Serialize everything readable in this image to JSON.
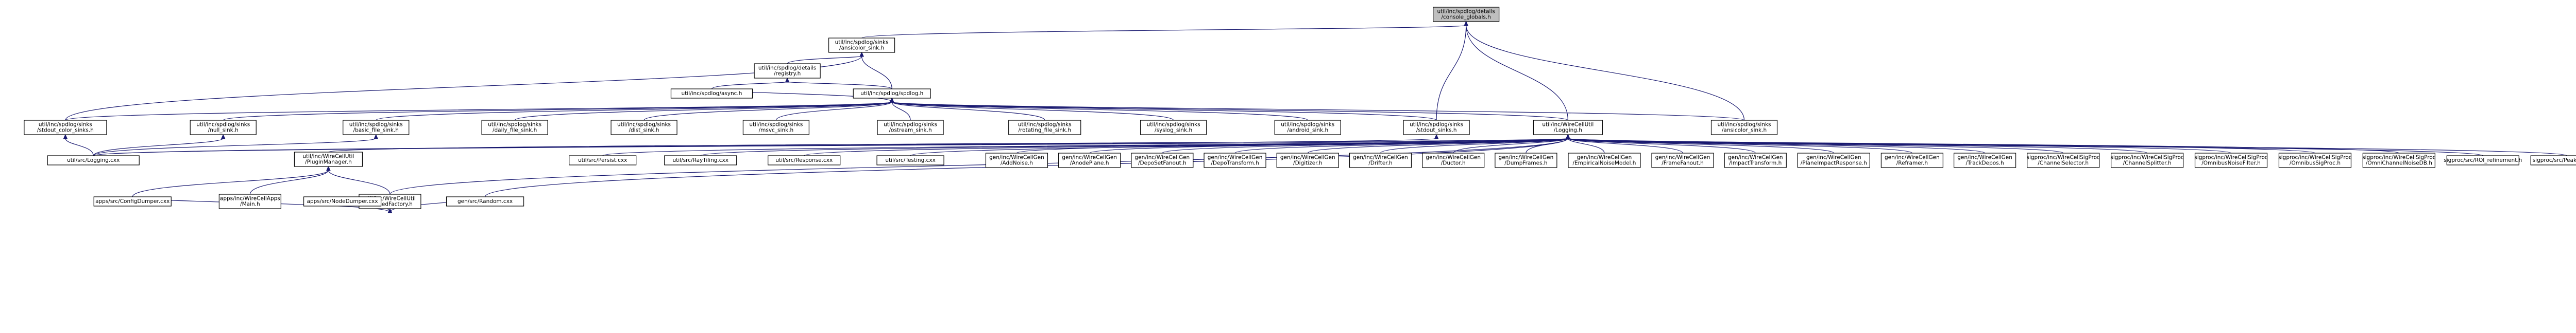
{
  "colors": {
    "root_fill": "#bfbfbf",
    "node_fill": "#ffffff",
    "node_stroke": "#000000",
    "linked_node_stroke": "#ff0000",
    "edge": "#191970",
    "background": "#ffffff"
  },
  "nodes": [
    {
      "id": "console_globals",
      "lines": [
        "util/inc/spdlog/details",
        "/console_globals.h"
      ],
      "root": true
    },
    {
      "id": "ansicolor_sink_top",
      "lines": [
        "util/inc/spdlog/sinks",
        "/ansicolor_sink.h"
      ]
    },
    {
      "id": "registry",
      "lines": [
        "util/inc/spdlog/details",
        "/registry.h"
      ]
    },
    {
      "id": "async",
      "lines": [
        "util/inc/spdlog/async.h"
      ]
    },
    {
      "id": "spdlog",
      "lines": [
        "util/inc/spdlog/spdlog.h"
      ]
    },
    {
      "id": "stdout_color_sinks",
      "lines": [
        "util/inc/spdlog/sinks",
        "/stdout_color_sinks.h"
      ]
    },
    {
      "id": "null_sink",
      "lines": [
        "util/inc/spdlog/sinks",
        "/null_sink.h"
      ]
    },
    {
      "id": "basic_file_sink",
      "lines": [
        "util/inc/spdlog/sinks",
        "/basic_file_sink.h"
      ]
    },
    {
      "id": "daily_file_sink",
      "lines": [
        "util/inc/spdlog/sinks",
        "/daily_file_sink.h"
      ]
    },
    {
      "id": "dist_sink",
      "lines": [
        "util/inc/spdlog/sinks",
        "/dist_sink.h"
      ]
    },
    {
      "id": "msvc_sink",
      "lines": [
        "util/inc/spdlog/sinks",
        "/msvc_sink.h"
      ]
    },
    {
      "id": "ostream_sink",
      "lines": [
        "util/inc/spdlog/sinks",
        "/ostream_sink.h"
      ]
    },
    {
      "id": "rotating_file_sink",
      "lines": [
        "util/inc/spdlog/sinks",
        "/rotating_file_sink.h"
      ]
    },
    {
      "id": "syslog_sink",
      "lines": [
        "util/inc/spdlog/sinks",
        "/syslog_sink.h"
      ]
    },
    {
      "id": "android_sink",
      "lines": [
        "util/inc/spdlog/sinks",
        "/android_sink.h"
      ]
    },
    {
      "id": "stdout_sinks",
      "lines": [
        "util/inc/spdlog/sinks",
        "/stdout_sinks.h"
      ]
    },
    {
      "id": "logging_h",
      "lines": [
        "util/inc/WireCellUtil",
        "/Logging.h"
      ],
      "linked": true
    },
    {
      "id": "ansicolor_sink_right",
      "lines": [
        "util/inc/spdlog/sinks",
        "/ansicolor_sink.h"
      ]
    },
    {
      "id": "logging_cxx",
      "lines": [
        "util/src/Logging.cxx"
      ]
    },
    {
      "id": "plugin_manager",
      "lines": [
        "util/inc/WireCellUtil",
        "/PluginManager.h"
      ],
      "linked": true
    },
    {
      "id": "apps_main",
      "lines": [
        "apps/inc/WireCellApps",
        "/Main.h"
      ],
      "linked": true
    },
    {
      "id": "named_factory",
      "lines": [
        "util/inc/WireCellUtil",
        "/NamedFactory.h"
      ],
      "linked": true
    },
    {
      "id": "config_dumper",
      "lines": [
        "apps/src/ConfigDumper.cxx"
      ]
    },
    {
      "id": "node_dumper",
      "lines": [
        "apps/src/NodeDumper.cxx"
      ]
    },
    {
      "id": "random_cxx",
      "lines": [
        "gen/src/Random.cxx"
      ]
    },
    {
      "id": "persist_cxx",
      "lines": [
        "util/src/Persist.cxx"
      ]
    },
    {
      "id": "raytiling_cxx",
      "lines": [
        "util/src/RayTiling.cxx"
      ]
    },
    {
      "id": "response_cxx",
      "lines": [
        "util/src/Response.cxx"
      ]
    },
    {
      "id": "testing_cxx",
      "lines": [
        "util/src/Testing.cxx"
      ]
    },
    {
      "id": "addnoise",
      "lines": [
        "gen/inc/WireCellGen",
        "/AddNoise.h"
      ],
      "linked": true
    },
    {
      "id": "anodeplane",
      "lines": [
        "gen/inc/WireCellGen",
        "/AnodePlane.h"
      ],
      "linked": true
    },
    {
      "id": "deposetfanout",
      "lines": [
        "gen/inc/WireCellGen",
        "/DepoSetFanout.h"
      ],
      "linked": true
    },
    {
      "id": "depotransform",
      "lines": [
        "gen/inc/WireCellGen",
        "/DepoTransform.h"
      ],
      "linked": true
    },
    {
      "id": "digitizer",
      "lines": [
        "gen/inc/WireCellGen",
        "/Digitizer.h"
      ],
      "linked": true
    },
    {
      "id": "drifter",
      "lines": [
        "gen/inc/WireCellGen",
        "/Drifter.h"
      ],
      "linked": true
    },
    {
      "id": "ductor",
      "lines": [
        "gen/inc/WireCellGen",
        "/Ductor.h"
      ],
      "linked": true
    },
    {
      "id": "dumpframes",
      "lines": [
        "gen/inc/WireCellGen",
        "/DumpFrames.h"
      ],
      "linked": true
    },
    {
      "id": "empiricalnoisemodel",
      "lines": [
        "gen/inc/WireCellGen",
        "/EmpiricalNoiseModel.h"
      ],
      "linked": true
    },
    {
      "id": "framefanout",
      "lines": [
        "gen/inc/WireCellGen",
        "/FrameFanout.h"
      ],
      "linked": true
    },
    {
      "id": "impacttransform",
      "lines": [
        "gen/inc/WireCellGen",
        "/ImpactTransform.h"
      ],
      "linked": true
    },
    {
      "id": "planeimpactresponse",
      "lines": [
        "gen/inc/WireCellGen",
        "/PlaneImpactResponse.h"
      ],
      "linked": true
    },
    {
      "id": "reframer",
      "lines": [
        "gen/inc/WireCellGen",
        "/Reframer.h"
      ],
      "linked": true
    },
    {
      "id": "trackdepos",
      "lines": [
        "gen/inc/WireCellGen",
        "/TrackDepos.h"
      ],
      "linked": true
    },
    {
      "id": "channelselector",
      "lines": [
        "sigproc/inc/WireCellSigProc",
        "/ChannelSelector.h"
      ],
      "linked": true
    },
    {
      "id": "channelsplitter",
      "lines": [
        "sigproc/inc/WireCellSigProc",
        "/ChannelSplitter.h"
      ],
      "linked": true
    },
    {
      "id": "omnibusnoisefilter",
      "lines": [
        "sigproc/inc/WireCellSigProc",
        "/OmnibusNoiseFilter.h"
      ],
      "linked": true
    },
    {
      "id": "omnibussigproc",
      "lines": [
        "sigproc/inc/WireCellSigProc",
        "/OmnibusSigProc.h"
      ],
      "linked": true
    },
    {
      "id": "omnichannelnoisedb",
      "lines": [
        "sigproc/inc/WireCellSigProc",
        "/OmniChannelNoiseDB.h"
      ],
      "linked": true
    },
    {
      "id": "roi_refinement",
      "lines": [
        "sigproc/src/ROI_refinement.h"
      ],
      "linked": true
    },
    {
      "id": "peakfinding",
      "lines": [
        "sigproc/src/PeakFinding.h"
      ],
      "linked": true
    }
  ],
  "edges": [
    [
      "ansicolor_sink_top",
      "console_globals"
    ],
    [
      "logging_h",
      "console_globals"
    ],
    [
      "ansicolor_sink_right",
      "console_globals"
    ],
    [
      "stdout_sinks",
      "console_globals"
    ],
    [
      "spdlog",
      "ansicolor_sink_top"
    ],
    [
      "stdout_color_sinks",
      "ansicolor_sink_top"
    ],
    [
      "registry",
      "ansicolor_sink_top"
    ],
    [
      "spdlog",
      "registry"
    ],
    [
      "async",
      "registry"
    ],
    [
      "async",
      "spdlog"
    ],
    [
      "stdout_color_sinks",
      "spdlog"
    ],
    [
      "null_sink",
      "spdlog"
    ],
    [
      "basic_file_sink",
      "spdlog"
    ],
    [
      "daily_file_sink",
      "spdlog"
    ],
    [
      "dist_sink",
      "spdlog"
    ],
    [
      "msvc_sink",
      "spdlog"
    ],
    [
      "ostream_sink",
      "spdlog"
    ],
    [
      "rotating_file_sink",
      "spdlog"
    ],
    [
      "syslog_sink",
      "spdlog"
    ],
    [
      "android_sink",
      "spdlog"
    ],
    [
      "stdout_sinks",
      "spdlog"
    ],
    [
      "logging_h",
      "spdlog"
    ],
    [
      "ansicolor_sink_right",
      "spdlog"
    ],
    [
      "logging_cxx",
      "stdout_color_sinks"
    ],
    [
      "logging_cxx",
      "null_sink"
    ],
    [
      "logging_cxx",
      "basic_file_sink"
    ],
    [
      "logging_cxx",
      "stdout_sinks"
    ],
    [
      "logging_cxx",
      "logging_h"
    ],
    [
      "plugin_manager",
      "logging_h"
    ],
    [
      "named_factory",
      "logging_h"
    ],
    [
      "random_cxx",
      "logging_h"
    ],
    [
      "persist_cxx",
      "logging_h"
    ],
    [
      "raytiling_cxx",
      "logging_h"
    ],
    [
      "response_cxx",
      "logging_h"
    ],
    [
      "testing_cxx",
      "logging_h"
    ],
    [
      "addnoise",
      "logging_h"
    ],
    [
      "anodeplane",
      "logging_h"
    ],
    [
      "deposetfanout",
      "logging_h"
    ],
    [
      "depotransform",
      "logging_h"
    ],
    [
      "digitizer",
      "logging_h"
    ],
    [
      "drifter",
      "logging_h"
    ],
    [
      "ductor",
      "logging_h"
    ],
    [
      "dumpframes",
      "logging_h"
    ],
    [
      "empiricalnoisemodel",
      "logging_h"
    ],
    [
      "framefanout",
      "logging_h"
    ],
    [
      "impacttransform",
      "logging_h"
    ],
    [
      "planeimpactresponse",
      "logging_h"
    ],
    [
      "reframer",
      "logging_h"
    ],
    [
      "trackdepos",
      "logging_h"
    ],
    [
      "channelselector",
      "logging_h"
    ],
    [
      "channelsplitter",
      "logging_h"
    ],
    [
      "omnibusnoisefilter",
      "logging_h"
    ],
    [
      "omnibussigproc",
      "logging_h"
    ],
    [
      "omnichannelnoisedb",
      "logging_h"
    ],
    [
      "roi_refinement",
      "logging_h"
    ],
    [
      "peakfinding",
      "logging_h"
    ],
    [
      "apps_main",
      "plugin_manager"
    ],
    [
      "named_factory",
      "plugin_manager"
    ],
    [
      "config_dumper",
      "plugin_manager"
    ],
    [
      "config_dumper",
      "named_factory"
    ],
    [
      "node_dumper",
      "named_factory"
    ],
    [
      "random_cxx",
      "named_factory"
    ]
  ]
}
